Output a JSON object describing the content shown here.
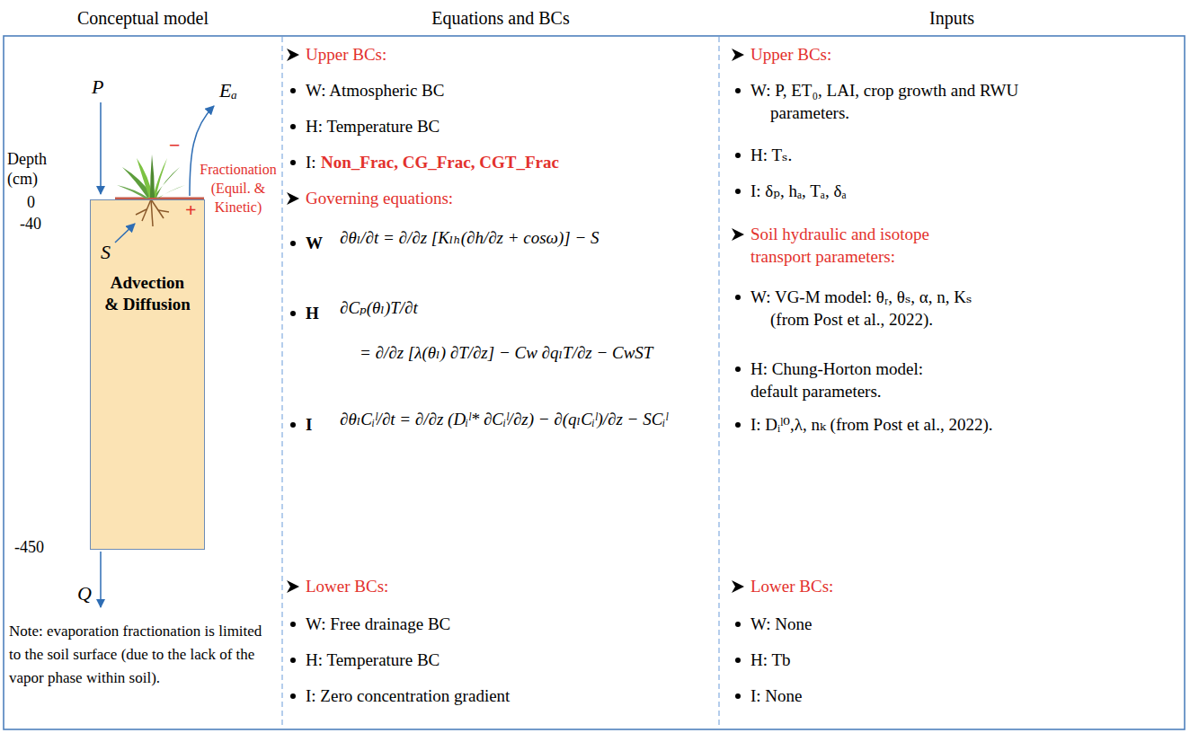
{
  "diagram": {
    "nodes": [
      {
        "text": [
          "Conceptual model"
        ]
      },
      {
        "text": [
          "Advection & Diffusion"
        ],
        "in": 0
      },
      {
        "text": [
          "Equations and BCs"
        ]
      },
      {
        "text": [
          "Inputs"
        ]
      }
    ],
    "labels": [
      "P",
      "Eₐ",
      "Depth (cm)",
      "0",
      "-40",
      "−",
      "+",
      "Fractionation (Equil. & Kinetic)",
      "S",
      "-450",
      "Q",
      "Note: evaporation fractionation is limited to the soil surface (due to the lack of the vapor phase within soil).",
      "Upper BCs:",
      "W: Atmospheric BC",
      "H: Temperature BC",
      "I:",
      "Non_Frac, CG_Frac, CGT_Frac",
      "Governing equations:",
      "W",
      "∂θₗ/∂t = ∂/∂z [Kₗₕ(∂h/∂z + cosω)] − S",
      "H",
      "∂Cₚ(θₗ)T/∂t",
      "= ∂/∂z [λ(θₗ) ∂T/∂z] − Cw ∂qₗT/∂z − CwST",
      "I",
      "∂θₗCᵢˡ/∂t = ∂/∂z (Dᵢˡ* ∂Cᵢˡ/∂z) − ∂(qₗCᵢˡ)/∂z − SCᵢˡ",
      "Lower BCs:",
      "W: Free drainage BC",
      "H: Temperature BC",
      "I: Zero concentration gradient",
      "Upper BCs:",
      "W: P, ET₀, LAI, crop growth and RWU parameters.",
      "H: Tₛ.",
      "I: δₚ, hₐ, Tₐ, δₐ",
      "Soil hydraulic and isotope transport parameters:",
      "W: VG-M model: θᵣ, θₛ, α, n, Kₛ (from Post et al., 2022).",
      "H: Chung-Horton model: default parameters.",
      "I: Dᵢˡ⁰,λ, nₖ (from Post et al., 2022).",
      "Lower BCs:",
      "W: None",
      "H: Tb",
      "I: None"
    ]
  }
}
